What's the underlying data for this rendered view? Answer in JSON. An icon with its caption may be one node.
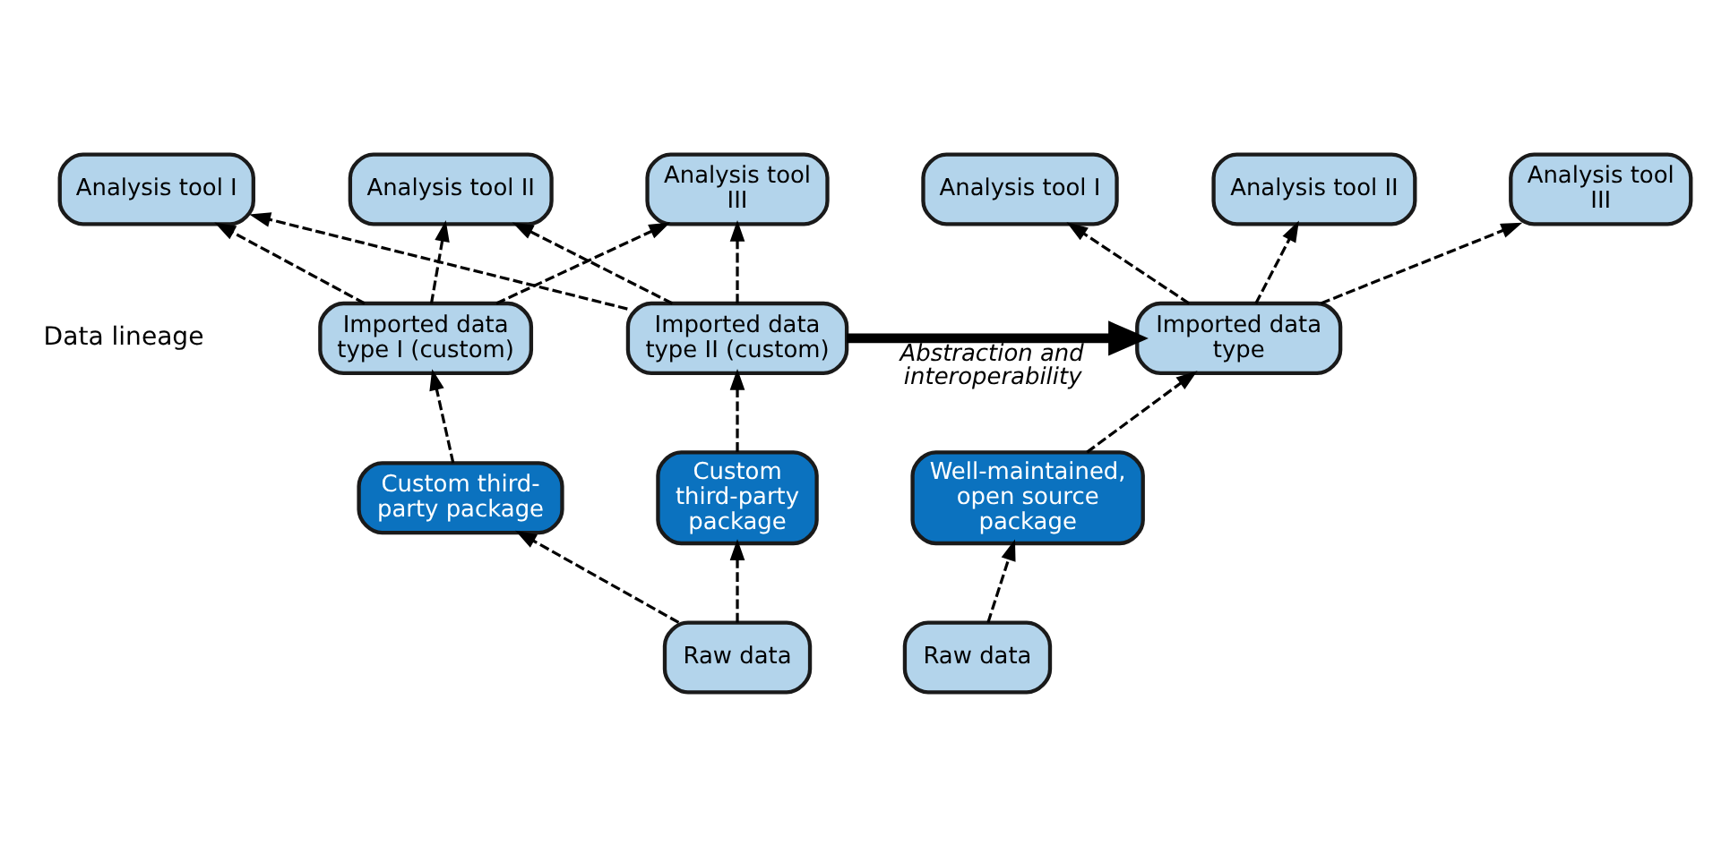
{
  "diagram": {
    "nodes": [
      {
        "text": [
          "Analysis tool I"
        ]
      },
      {
        "text": [
          "Analysis tool II"
        ]
      },
      {
        "text": [
          "Analysis tool III"
        ]
      },
      {
        "text": [
          "Imported data type I (custom)"
        ]
      },
      {
        "text": [
          "Imported data type II (custom)"
        ]
      },
      {
        "text": [
          "Custom third- party package"
        ]
      },
      {
        "text": [
          "Custom third-party package"
        ]
      },
      {
        "text": [
          "Raw data"
        ]
      },
      {
        "text": [
          "Analysis tool I"
        ]
      },
      {
        "text": [
          "Analysis tool II"
        ]
      },
      {
        "text": [
          "Analysis tool III"
        ]
      },
      {
        "text": [
          "Imported data type"
        ]
      },
      {
        "text": [
          "Well-maintained, open source package"
        ]
      },
      {
        "text": [
          "Raw data"
        ]
      }
    ],
    "edges": [
      {
        "from": 3,
        "to": 0,
        "arrow": "to",
        "style": "dashed"
      },
      {
        "from": 3,
        "to": 1,
        "arrow": "to",
        "style": "dashed"
      },
      {
        "from": 3,
        "to": 2,
        "arrow": "to",
        "style": "dashed"
      },
      {
        "from": 4,
        "to": 0,
        "arrow": "to",
        "style": "dashed"
      },
      {
        "from": 4,
        "to": 1,
        "arrow": "to",
        "style": "dashed"
      },
      {
        "from": 4,
        "to": 2,
        "arrow": "to",
        "style": "dashed"
      },
      {
        "from": 5,
        "to": 3,
        "arrow": "to",
        "style": "dashed"
      },
      {
        "from": 6,
        "to": 4,
        "arrow": "to",
        "style": "dashed"
      },
      {
        "from": 7,
        "to": 5,
        "arrow": "to",
        "style": "dashed"
      },
      {
        "from": 7,
        "to": 6,
        "arrow": "to",
        "style": "dashed"
      },
      {
        "from": 4,
        "to": 11,
        "arrow": "to",
        "style": "thick",
        "label": "Abstraction and interoperability"
      },
      {
        "from": 11,
        "to": 8,
        "arrow": "to",
        "style": "dashed"
      },
      {
        "from": 11,
        "to": 9,
        "arrow": "to",
        "style": "dashed"
      },
      {
        "from": 11,
        "to": 10,
        "arrow": "to",
        "style": "dashed"
      },
      {
        "from": 12,
        "to": 11,
        "arrow": "to",
        "style": "dashed"
      },
      {
        "from": 13,
        "to": 12,
        "arrow": "to",
        "style": "dashed"
      }
    ],
    "labels": [
      "Data lineage"
    ]
  }
}
